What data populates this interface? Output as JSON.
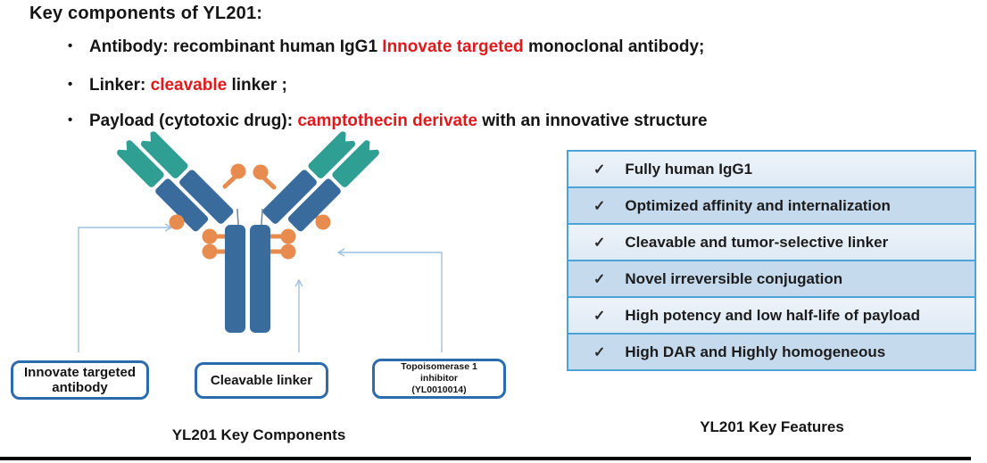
{
  "title": "Key components of YL201:",
  "bullet_glyph": "•",
  "bullets": [
    {
      "pre": "Antibody: recombinant human IgG1 ",
      "highlight": "Innovate targeted",
      "post": " monoclonal antibody;"
    },
    {
      "pre": "Linker: ",
      "highlight": "cleavable",
      "post": " linker ;"
    },
    {
      "pre": "Payload (cytotoxic drug): ",
      "highlight": "camptothecin derivate",
      "post": " with an innovative structure"
    }
  ],
  "diagram": {
    "labels": {
      "antibody": "Innovate targeted\nantibody",
      "linker": "Cleavable linker",
      "payload": "Topoisomerase 1\ninhibitor\n(YL0010014)"
    },
    "caption": "YL201 Key Components"
  },
  "features": {
    "check": "✓",
    "items": [
      "Fully human IgG1",
      "Optimized affinity and internalization",
      "Cleavable and tumor-selective linker",
      "Novel irreversible conjugation",
      "High potency and low half-life of payload",
      "High DAR and Highly homogeneous"
    ],
    "caption": "YL201 Key Features"
  },
  "colors": {
    "highlight_red": "#e2191c",
    "text_dark": "#151515",
    "antibody_blue": "#3a6b9d",
    "antibody_teal": "#2f9e93",
    "payload_orange": "#e78c4e",
    "arrow_blue": "#9cbfe3",
    "hinge_line": "#70829a",
    "table_border": "#4da3d6",
    "row_light": "#edf3fa",
    "row_light2": "#dfeaf4",
    "row_dark": "#c6daed",
    "label_border": "#2c6bae"
  }
}
